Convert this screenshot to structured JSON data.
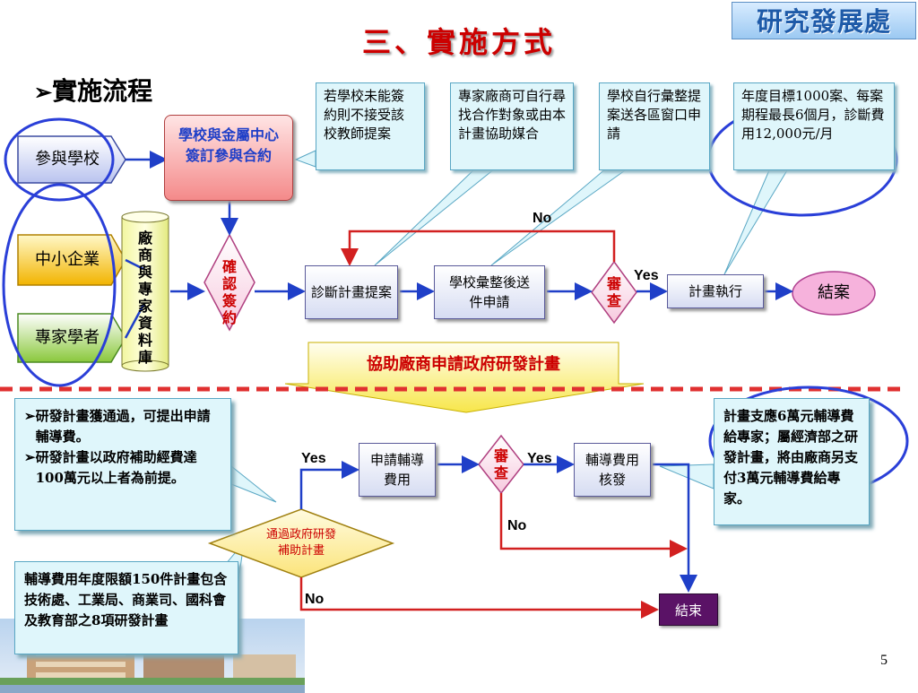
{
  "slide": {
    "title": "三、實施方式",
    "logo_text": "研究發展處",
    "subtitle_bullet": "➢",
    "subtitle": "實施流程",
    "page_number": "5"
  },
  "notes": {
    "n1": "若學校未能簽約則不接受該校教師提案",
    "n2": "專家廠商可自行尋找合作對象或由本計畫協助媒合",
    "n3": "學校自行彙整提案送各區窗口申請",
    "n4": "年度目標1000案、每案期程最長6個月，診斷費用12,000元/月",
    "left_b1": "研發計畫獲通過，可提出申請輔導費。",
    "left_b2": "研發計畫以政府補助經費達100萬元以上者為前提。",
    "right": "計畫支應6萬元輔導費給專家；屬經濟部之研發計畫，將由廠商另支付3萬元輔導費給專家。",
    "bottom_left": "輔導費用年度限額150件計畫包含技術處、工業局、商業司、國科會及教育部之8項研發計畫",
    "bullet": "➢"
  },
  "flow": {
    "school": "參與學校",
    "sme": "中小企業",
    "expert": "專家學者",
    "contract": "學校與金屬中心簽訂參與合約",
    "database": "廠商與專家資料庫",
    "confirm": "確認簽約",
    "diagnose": "診斷計畫提案",
    "compile": "學校彙整後送件申請",
    "review1": "審查",
    "execute": "計畫執行",
    "close": "結案",
    "banner": "協助廠商申請政府研發計畫",
    "gov_pass": "通過政府研發補助計畫",
    "apply_fee": "申請輔導費用",
    "review2": "審查",
    "approve_fee": "輔導費用核發",
    "end": "結束"
  },
  "labels": {
    "yes": "Yes",
    "no": "No"
  },
  "colors": {
    "title_red": "#cc0000",
    "arrow_blue": "#1f3fc8",
    "loop_red": "#d22020",
    "ring_blue": "#2a3fd8",
    "dash_red": "#e03030"
  }
}
